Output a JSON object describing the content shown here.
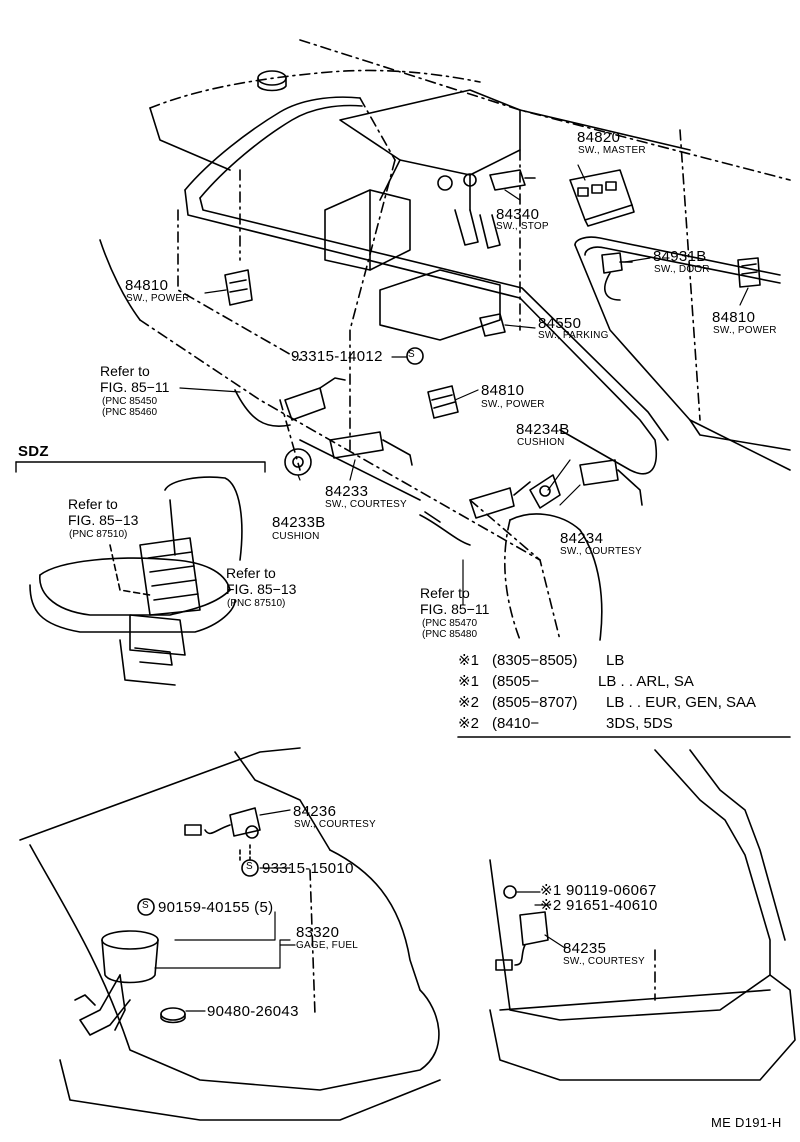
{
  "diagram": {
    "parts": [
      {
        "number": "84820",
        "desc": "SW., MASTER"
      },
      {
        "number": "84340",
        "desc": "SW., STOP"
      },
      {
        "number": "84931B",
        "desc": "SW., DOOR"
      },
      {
        "number": "84810",
        "desc": "SW., POWER"
      },
      {
        "number": "84810",
        "desc": "SW., POWER"
      },
      {
        "number": "84550",
        "desc": "SW., PARKING"
      },
      {
        "number": "84810",
        "desc": "SW., POWER"
      },
      {
        "number": "84234B",
        "desc": "CUSHION"
      },
      {
        "number": "84233",
        "desc": "SW., COURTESY"
      },
      {
        "number": "84233B",
        "desc": "CUSHION"
      },
      {
        "number": "84234",
        "desc": "SW., COURTESY"
      },
      {
        "number": "84236",
        "desc": "SW., COURTESY"
      },
      {
        "number": "83320",
        "desc": "GAGE, FUEL"
      },
      {
        "number": "84235",
        "desc": "SW., COURTESY"
      }
    ],
    "fasteners": {
      "f1": "93315-14012",
      "f2": "93315-15010",
      "f3": "90159-40155 (5)",
      "f4": "90480-26043",
      "f5": "※1 90119-06067",
      "f6": "※2 91651-40610"
    },
    "refs": [
      {
        "title": "Refer to",
        "fig": "FIG. 85−11",
        "pnc": [
          "(PNC 85450",
          "(PNC 85460"
        ]
      },
      {
        "title": "Refer to",
        "fig": "FIG. 85−13",
        "pnc": [
          "(PNC 87510)"
        ]
      },
      {
        "title": "Refer to",
        "fig": "FIG. 85−13",
        "pnc": [
          "(PNC 87510)"
        ]
      },
      {
        "title": "Refer to",
        "fig": "FIG. 85−11",
        "pnc": [
          "(PNC 85470",
          "(PNC 85480"
        ]
      }
    ],
    "variant": "SDZ",
    "s_symbol": "S",
    "applicability": [
      {
        "mark": "※1",
        "range": "(8305−8505)",
        "codes": "LB"
      },
      {
        "mark": "※1",
        "range": "(8505−",
        "codes": "LB . . ARL, SA"
      },
      {
        "mark": "※2",
        "range": "(8505−8707)",
        "codes": "LB . . EUR, GEN, SAA"
      },
      {
        "mark": "※2",
        "range": "(8410−",
        "codes": "3DS, 5DS"
      }
    ],
    "code": "ME D191-H"
  }
}
